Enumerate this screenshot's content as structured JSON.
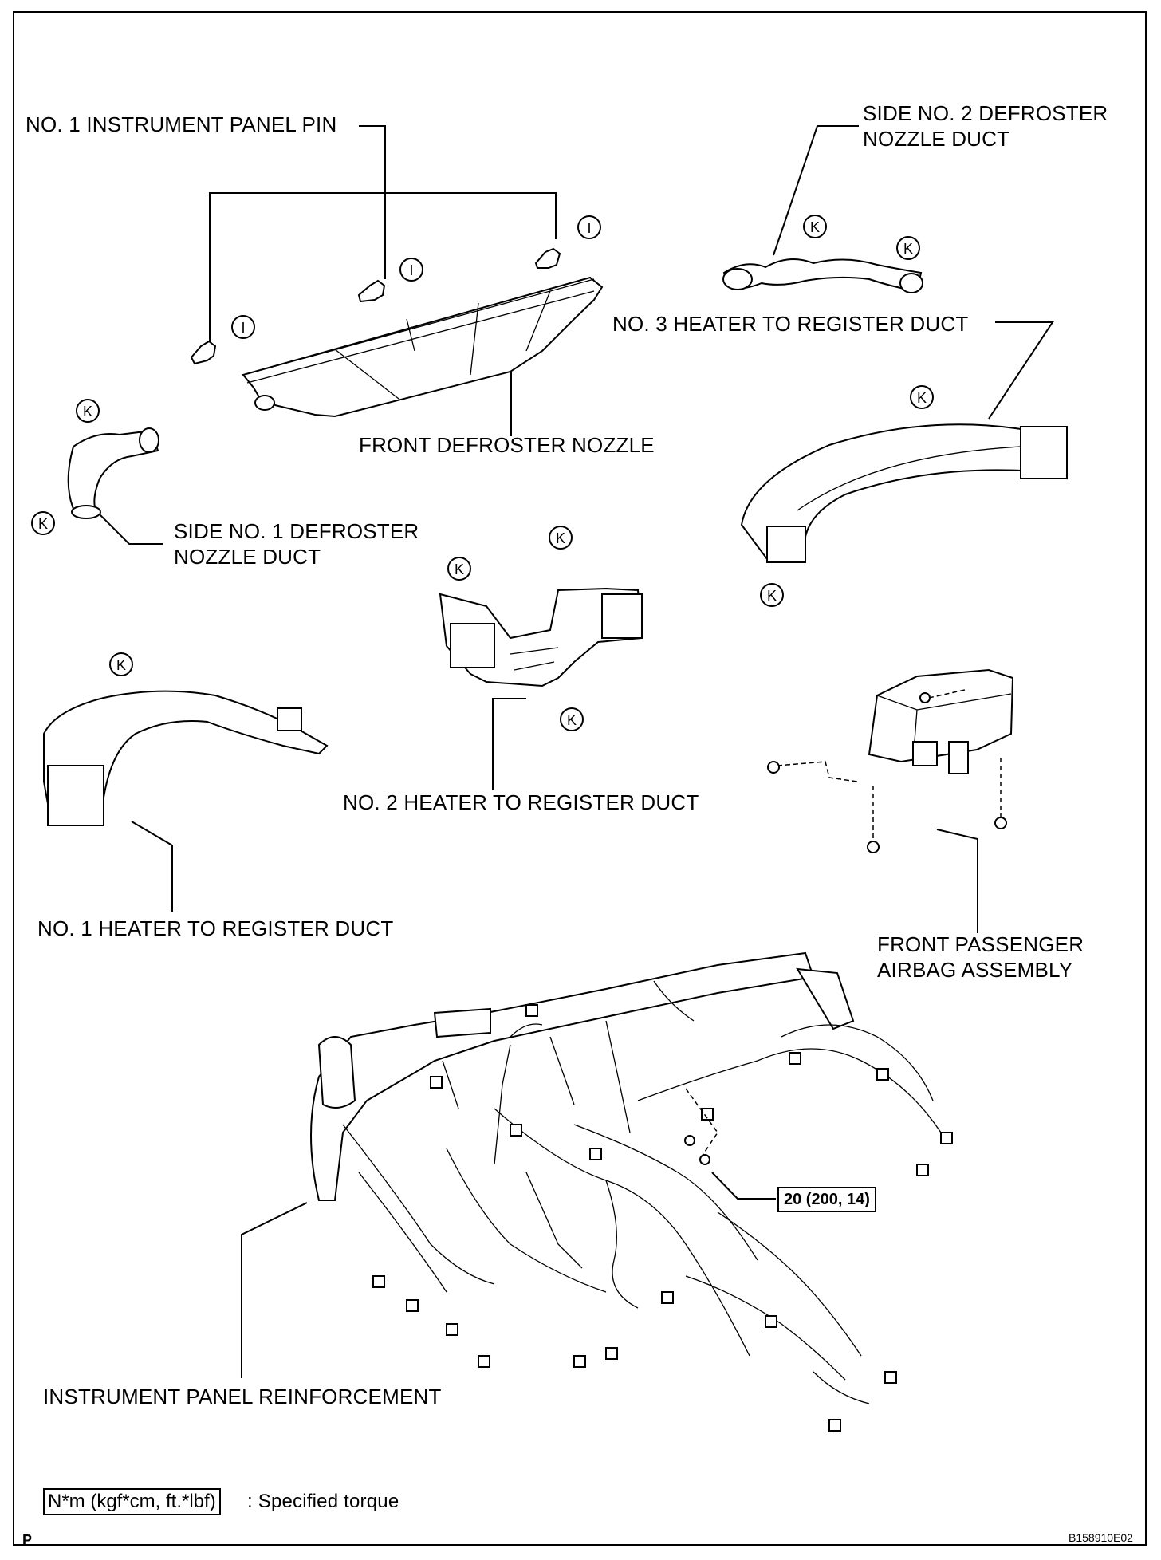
{
  "labels": {
    "instrument_panel_pin": "NO. 1 INSTRUMENT PANEL PIN",
    "side_no2_defroster_line1": "SIDE NO. 2 DEFROSTER",
    "side_no2_defroster_line2": "NOZZLE DUCT",
    "no3_heater_duct": "NO. 3 HEATER TO REGISTER DUCT",
    "front_defroster_nozzle": "FRONT DEFROSTER NOZZLE",
    "side_no1_defroster_line1": "SIDE NO. 1 DEFROSTER",
    "side_no1_defroster_line2": "NOZZLE DUCT",
    "no2_heater_duct": "NO. 2 HEATER TO REGISTER DUCT",
    "no1_heater_duct": "NO. 1 HEATER TO REGISTER DUCT",
    "airbag_line1": "FRONT PASSENGER",
    "airbag_line2": "AIRBAG ASSEMBLY",
    "reinforcement": "INSTRUMENT PANEL REINFORCEMENT"
  },
  "markers": {
    "I": "I",
    "K": "K"
  },
  "torque": {
    "value": "20 (200, 14)"
  },
  "legend": {
    "unit": "N*m (kgf*cm, ft.*lbf)",
    "text": ": Specified torque"
  },
  "footer": {
    "left": "P",
    "right": "B158910E02"
  }
}
